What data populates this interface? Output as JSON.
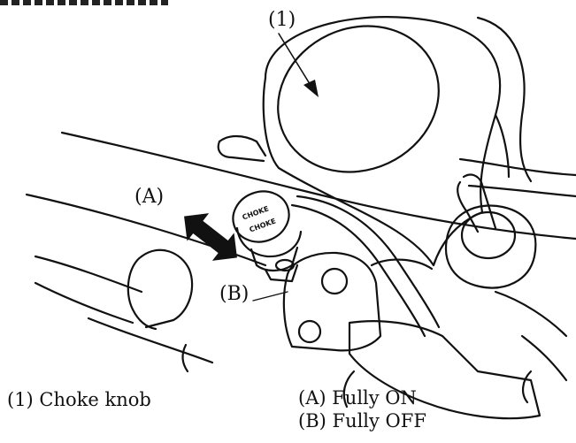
{
  "labels": {
    "callout_1": "(1)",
    "callout_a": "(A)",
    "callout_b": "(B)",
    "knob_text_top": "CHOKE",
    "knob_text_bottom": "CHOKE"
  },
  "legend": {
    "item_1": "(1) Choke knob",
    "item_a": "(A) Fully ON",
    "item_b": "(B) Fully OFF"
  },
  "colors": {
    "ink": "#111111",
    "background": "#ffffff"
  }
}
